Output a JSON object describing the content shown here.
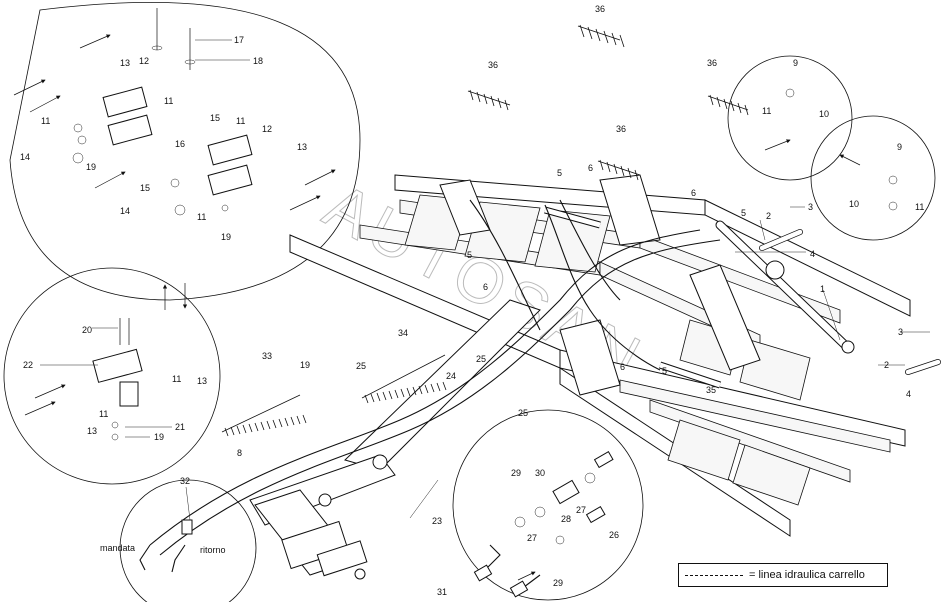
{
  "labels": {
    "n1": "1",
    "n2": "2",
    "n3": "3",
    "n4": "4",
    "n5": "5",
    "n6": "6",
    "n8": "8",
    "n9": "9",
    "n10": "10",
    "n11": "11",
    "n12": "12",
    "n13": "13",
    "n14": "14",
    "n15": "15",
    "n16": "16",
    "n17": "17",
    "n18": "18",
    "n19": "19",
    "n20": "20",
    "n21": "21",
    "n22": "22",
    "n23": "23",
    "n24": "24",
    "n25": "25",
    "n26": "26",
    "n27": "27",
    "n28": "28",
    "n29": "29",
    "n30": "30",
    "n31": "31",
    "n32": "32",
    "n33": "33",
    "n34": "34",
    "n35": "35",
    "n36": "36"
  },
  "text": {
    "mandata": "mandata",
    "ritorno": "ritorno"
  },
  "legend": {
    "line_label": "= linea idraulica carrello"
  },
  "watermark": "AUTOSAN"
}
